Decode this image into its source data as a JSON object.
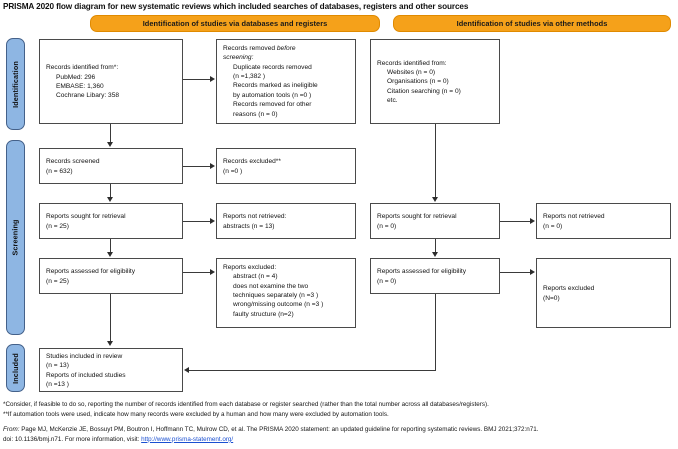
{
  "title": "PRISMA 2020 flow diagram for new systematic reviews which included searches of databases, registers and other sources",
  "colors": {
    "banner_orange": "#F5A11A",
    "phase_tab_blue": "#8EB6E3",
    "phase_tab_border": "#44618A",
    "box_border": "#4a4a4a",
    "link_blue": "#1a4fd1"
  },
  "banners": [
    {
      "label": "Identification of studies via databases and registers"
    },
    {
      "label": "Identification of studies via other methods"
    }
  ],
  "phases": [
    {
      "label": "Identification"
    },
    {
      "label": "Screening"
    },
    {
      "label": "Included"
    }
  ],
  "boxes": {
    "records_identified": {
      "name": "records-identified-from",
      "lines": [
        {
          "text": "Records identified from*:",
          "indent": false
        },
        {
          "text": "PubMed: 296",
          "indent": true
        },
        {
          "text": "EMBASE: 1,360",
          "indent": true
        },
        {
          "text": "Cochrane Libary:  358",
          "indent": true
        }
      ]
    },
    "records_removed": {
      "name": "records-removed-before-screening",
      "lines": [
        {
          "text": "Records removed before",
          "indent": false,
          "italic_tail": "before"
        },
        {
          "text": "screening:",
          "indent": false
        },
        {
          "text": "Duplicate records removed",
          "indent": true
        },
        {
          "text": "(n =1,382 )",
          "indent": true
        },
        {
          "text": "Records marked as ineligible",
          "indent": true
        },
        {
          "text": "by automation tools (n =0 )",
          "indent": true
        },
        {
          "text": "Records removed for other",
          "indent": true
        },
        {
          "text": "reasons (n = 0)",
          "indent": true
        }
      ]
    },
    "records_identified_other": {
      "name": "records-identified-other-methods",
      "lines": [
        {
          "text": "Records identified from:",
          "indent": false
        },
        {
          "text": "Websites (n = 0)",
          "indent": true
        },
        {
          "text": "Organisations (n = 0)",
          "indent": true
        },
        {
          "text": "Citation searching (n = 0)",
          "indent": true
        },
        {
          "text": "etc.",
          "indent": true
        }
      ]
    },
    "records_screened": {
      "name": "records-screened",
      "lines": [
        {
          "text": "Records screened",
          "indent": false
        },
        {
          "text": "(n = 632)",
          "indent": false
        }
      ]
    },
    "records_excluded": {
      "name": "records-excluded",
      "lines": [
        {
          "text": "Records excluded**",
          "indent": false
        },
        {
          "text": "(n =0 )",
          "indent": false
        }
      ]
    },
    "reports_sought": {
      "name": "reports-sought-for-retrieval",
      "lines": [
        {
          "text": "Reports sought for retrieval",
          "indent": false
        },
        {
          "text": "(n = 25)",
          "indent": false
        }
      ]
    },
    "reports_not_retrieved": {
      "name": "reports-not-retrieved",
      "lines": [
        {
          "text": "Reports not retrieved:",
          "indent": false
        },
        {
          "text": "abstracts (n = 13)",
          "indent": false
        }
      ]
    },
    "reports_assessed": {
      "name": "reports-assessed-for-eligibility",
      "lines": [
        {
          "text": "Reports assessed for eligibility",
          "indent": false
        },
        {
          "text": "(n = 25)",
          "indent": false
        }
      ]
    },
    "reports_excluded": {
      "name": "reports-excluded",
      "lines": [
        {
          "text": "Reports excluded:",
          "indent": false
        },
        {
          "text": "abstract (n = 4)",
          "indent": true
        },
        {
          "text": "does not examine the two",
          "indent": true
        },
        {
          "text": "techniques separately (n =3 )",
          "indent": true
        },
        {
          "text": "wrong/missing outcome (n =3 )",
          "indent": true
        },
        {
          "text": "faulty structure (n=2)",
          "indent": true
        }
      ]
    },
    "reports_sought_other": {
      "name": "reports-sought-for-retrieval-other",
      "lines": [
        {
          "text": "Reports sought for retrieval",
          "indent": false
        },
        {
          "text": "(n = 0)",
          "indent": false
        }
      ]
    },
    "reports_not_retrieved_other": {
      "name": "reports-not-retrieved-other",
      "lines": [
        {
          "text": "Reports not retrieved",
          "indent": false
        },
        {
          "text": "(n = 0)",
          "indent": false
        }
      ]
    },
    "reports_assessed_other": {
      "name": "reports-assessed-for-eligibility-other",
      "lines": [
        {
          "text": "Reports assessed for eligibility",
          "indent": false
        },
        {
          "text": "(n = 0)",
          "indent": false
        }
      ]
    },
    "reports_excluded_other": {
      "name": "reports-excluded-other",
      "lines": [
        {
          "text": "Reports excluded",
          "indent": false
        },
        {
          "text": " (N=0)",
          "indent": false
        }
      ]
    },
    "studies_included": {
      "name": "studies-included-in-review",
      "lines": [
        {
          "text": "Studies included in review",
          "indent": false
        },
        {
          "text": "(n = 13)",
          "indent": false
        },
        {
          "text": "Reports of included studies",
          "indent": false
        },
        {
          "text": "(n =13 )",
          "indent": false
        }
      ]
    }
  },
  "footnotes": {
    "line1": "*Consider, if feasible to do so, reporting the number of records identified from each database or register searched (rather than the total number across all databases/registers).",
    "line2": "**If automation tools were used, indicate how many records were excluded by a human and how many were excluded by automation tools."
  },
  "source": {
    "from_label": "From:",
    "citation": "  Page MJ, McKenzie JE, Bossuyt PM, Boutron I, Hoffmann TC, Mulrow CD, et al. The PRISMA 2020 statement: an updated guideline for reporting systematic reviews. BMJ 2021;372:n71.",
    "doi": "doi: 10.1136/bmj.n71. For more information, visit: ",
    "link": "http://www.prisma-statement.org/"
  }
}
